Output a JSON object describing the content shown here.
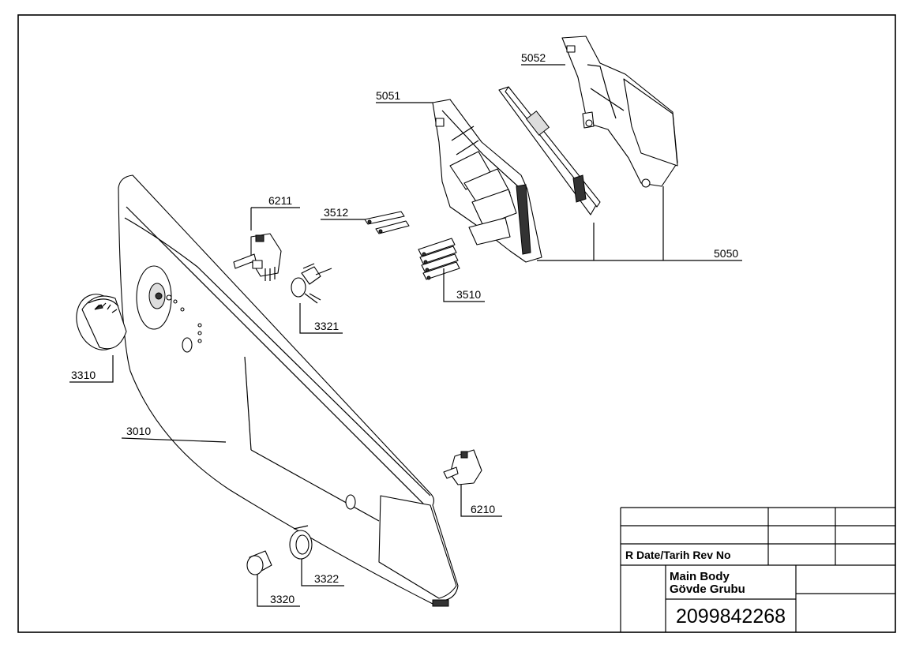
{
  "drawing": {
    "part_labels": {
      "p5052": "5052",
      "p5051": "5051",
      "p6211": "6211",
      "p3512": "3512",
      "p5050": "5050",
      "p3510": "3510",
      "p3321": "3321",
      "p3310": "3310",
      "p3010": "3010",
      "p6210": "6210",
      "p3322": "3322",
      "p3320": "3320"
    }
  },
  "title_block": {
    "revision_header": "R  Date/Tarih   Rev No",
    "title_en": "Main Body",
    "title_tr": "Gövde Grubu",
    "drawing_number": "2099842268"
  }
}
